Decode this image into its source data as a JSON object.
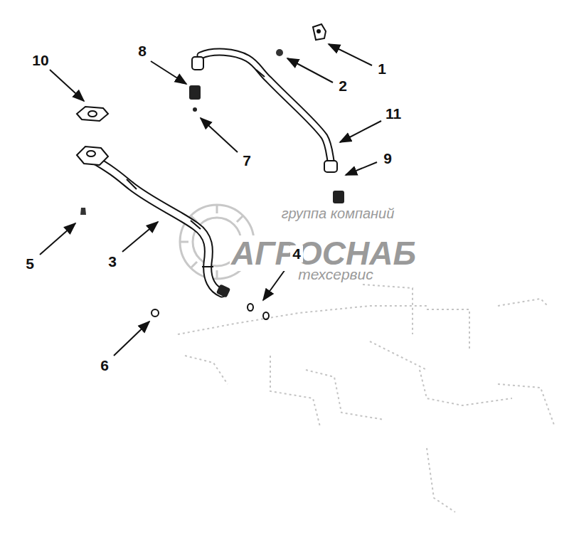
{
  "diagram": {
    "labels": [
      "8",
      "10",
      "1",
      "2",
      "11",
      "7",
      "9",
      "5",
      "3",
      "4",
      "6",
      "группа компаний",
      "АГРОСНАБ",
      "техсервис"
    ]
  }
}
